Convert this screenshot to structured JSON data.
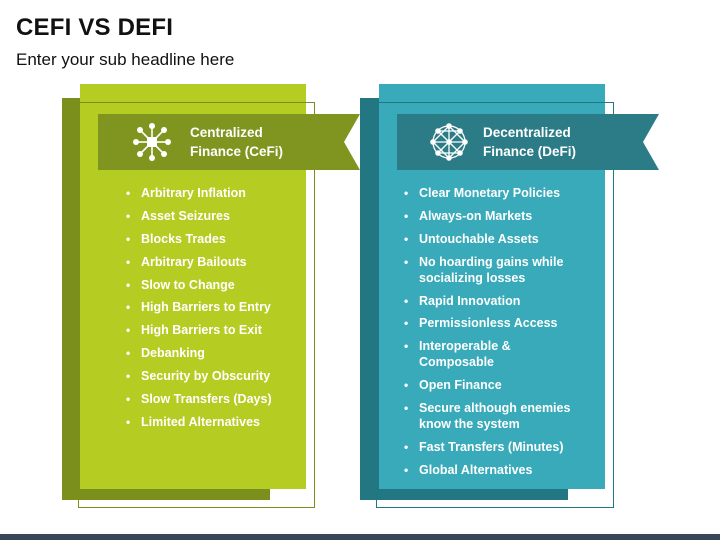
{
  "header": {
    "title": "CEFI VS DEFI",
    "subtitle": "Enter your sub headline here"
  },
  "cefi": {
    "title_line1": "Centralized",
    "title_line2": "Finance (CeFi)",
    "icon": "centralized-network-icon",
    "colors": {
      "face": "#b5cc22",
      "shadow": "#7a8f1c",
      "ribbon": "#7f9520",
      "frame": "#7a8f1c"
    },
    "items": [
      "Arbitrary Inflation",
      "Asset Seizures",
      "Blocks Trades",
      "Arbitrary Bailouts",
      "Slow to Change",
      "High Barriers to Entry",
      "High Barriers to Exit",
      "Debanking",
      "Security by Obscurity",
      "Slow Transfers (Days)",
      "Limited Alternatives"
    ]
  },
  "defi": {
    "title_line1": "Decentralized",
    "title_line2": "Finance (DeFi)",
    "icon": "decentralized-network-icon",
    "colors": {
      "face": "#38aab9",
      "shadow": "#237783",
      "ribbon": "#2b7c87",
      "frame": "#237783"
    },
    "items": [
      "Clear Monetary Policies",
      "Always-on Markets",
      "Untouchable Assets",
      "No hoarding gains while socializing losses",
      "Rapid Innovation",
      "Permissionless Access",
      "Interoperable & Composable",
      "Open Finance",
      "Secure although enemies know the system",
      "Fast Transfers (Minutes)",
      "Global Alternatives"
    ]
  }
}
